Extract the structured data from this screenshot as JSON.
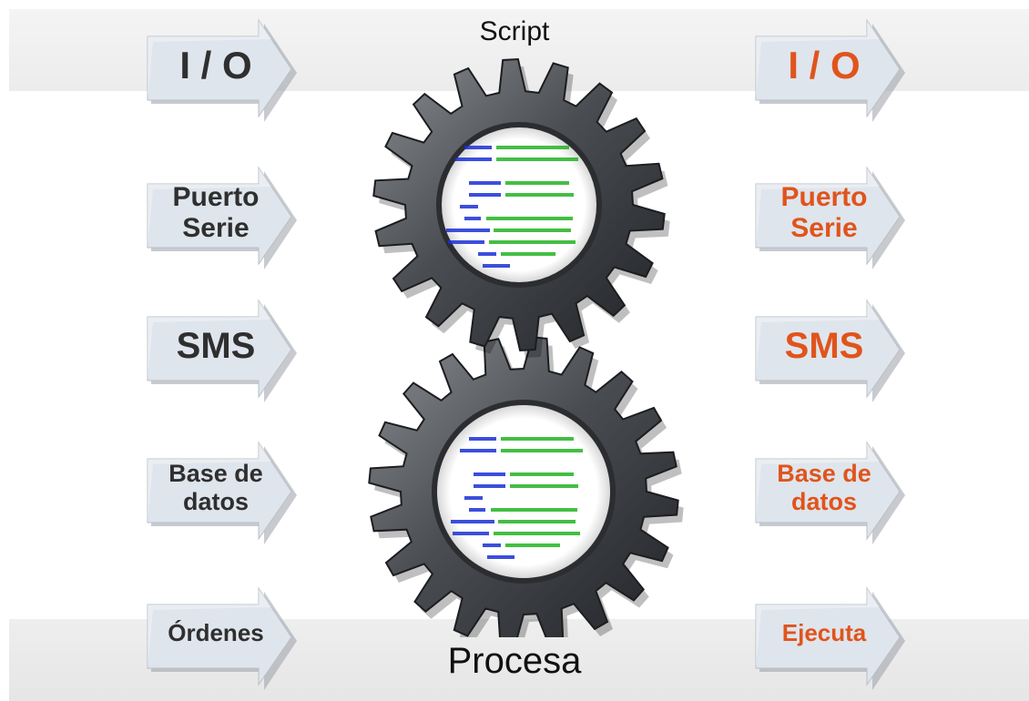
{
  "captions": {
    "top": "Script",
    "bottom": "Procesa"
  },
  "inputs": [
    {
      "label": "I / O"
    },
    {
      "label": "Puerto\nSerie"
    },
    {
      "label": "SMS"
    },
    {
      "label": "Base de\ndatos"
    },
    {
      "label": "Órdenes"
    }
  ],
  "outputs": [
    {
      "label": "I / O"
    },
    {
      "label": "Puerto\nSerie"
    },
    {
      "label": "SMS"
    },
    {
      "label": "Base de\ndatos"
    },
    {
      "label": "Ejecuta"
    }
  ],
  "colors": {
    "input_text": "#2f2f2f",
    "output_text": "#e0541c",
    "gear": "#4a4d52",
    "code_keyword": "#1a2fd6",
    "code_comment": "#23b323"
  },
  "icons": [
    "gear-icon",
    "gear-icon",
    "arrow-shape-icon"
  ]
}
